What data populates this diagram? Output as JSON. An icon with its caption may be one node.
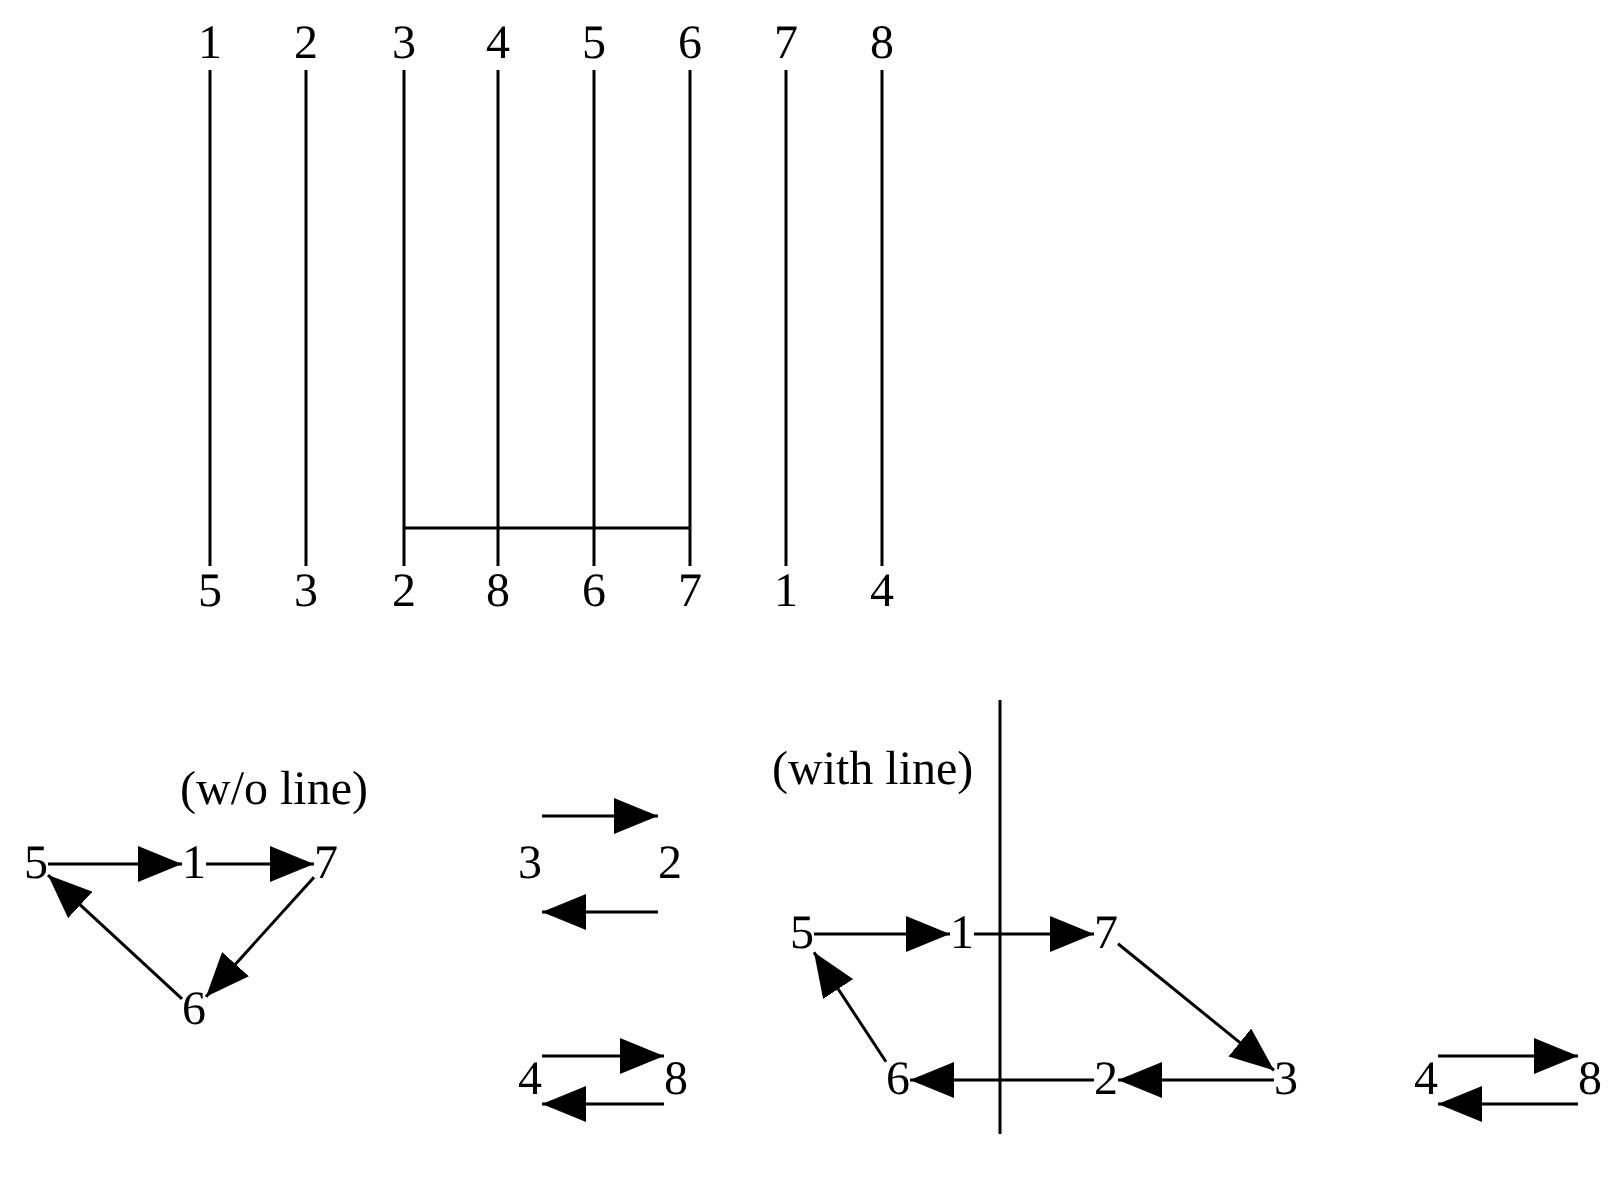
{
  "diagram": {
    "nodes": [
      {
        "text": [
          "1"
        ]
      },
      {
        "text": [
          "2"
        ]
      },
      {
        "text": [
          "3"
        ]
      },
      {
        "text": [
          "4"
        ]
      },
      {
        "text": [
          "5"
        ]
      },
      {
        "text": [
          "6"
        ]
      },
      {
        "text": [
          "7"
        ]
      },
      {
        "text": [
          "8"
        ]
      },
      {
        "text": [
          "5"
        ]
      },
      {
        "text": [
          "3"
        ]
      },
      {
        "text": [
          "2"
        ]
      },
      {
        "text": [
          "8"
        ]
      },
      {
        "text": [
          "6"
        ]
      },
      {
        "text": [
          "7"
        ]
      },
      {
        "text": [
          "1"
        ]
      },
      {
        "text": [
          "4"
        ]
      },
      {
        "text": [
          "5"
        ]
      },
      {
        "text": [
          "1"
        ]
      },
      {
        "text": [
          "7"
        ]
      },
      {
        "text": [
          "3"
        ]
      },
      {
        "text": [
          "2"
        ]
      },
      {
        "text": [
          "6"
        ]
      },
      {
        "text": [
          "4"
        ]
      },
      {
        "text": [
          "8"
        ]
      },
      {
        "text": [
          "5"
        ]
      },
      {
        "text": [
          "1"
        ]
      },
      {
        "text": [
          "7"
        ]
      },
      {
        "text": [
          "6"
        ]
      },
      {
        "text": [
          "2"
        ]
      },
      {
        "text": [
          "3"
        ]
      },
      {
        "text": [
          "4"
        ]
      },
      {
        "text": [
          "8"
        ]
      }
    ],
    "edges": [
      {
        "from": 0,
        "to": 8,
        "arrow": "none"
      },
      {
        "from": 1,
        "to": 9,
        "arrow": "none"
      },
      {
        "from": 2,
        "to": 10,
        "arrow": "none"
      },
      {
        "from": 3,
        "to": 11,
        "arrow": "none"
      },
      {
        "from": 4,
        "to": 12,
        "arrow": "none"
      },
      {
        "from": 5,
        "to": 13,
        "arrow": "none"
      },
      {
        "from": 6,
        "to": 14,
        "arrow": "none"
      },
      {
        "from": 7,
        "to": 15,
        "arrow": "none"
      },
      {
        "from": 16,
        "to": 17,
        "arrow": "to"
      },
      {
        "from": 17,
        "to": 18,
        "arrow": "to"
      },
      {
        "from": 18,
        "to": 21,
        "arrow": "to"
      },
      {
        "from": 21,
        "to": 16,
        "arrow": "to"
      },
      {
        "from": 19,
        "to": 20,
        "arrow": "to"
      },
      {
        "from": 20,
        "to": 19,
        "arrow": "to"
      },
      {
        "from": 22,
        "to": 23,
        "arrow": "to"
      },
      {
        "from": 23,
        "to": 22,
        "arrow": "to"
      },
      {
        "from": 24,
        "to": 25,
        "arrow": "to"
      },
      {
        "from": 25,
        "to": 26,
        "arrow": "to"
      },
      {
        "from": 26,
        "to": 29,
        "arrow": "to"
      },
      {
        "from": 29,
        "to": 28,
        "arrow": "to"
      },
      {
        "from": 28,
        "to": 27,
        "arrow": "to"
      },
      {
        "from": 27,
        "to": 24,
        "arrow": "to"
      },
      {
        "from": 30,
        "to": 31,
        "arrow": "to"
      },
      {
        "from": 31,
        "to": 30,
        "arrow": "to"
      }
    ],
    "labels": [
      "(w/o line)",
      "(with line)"
    ]
  }
}
